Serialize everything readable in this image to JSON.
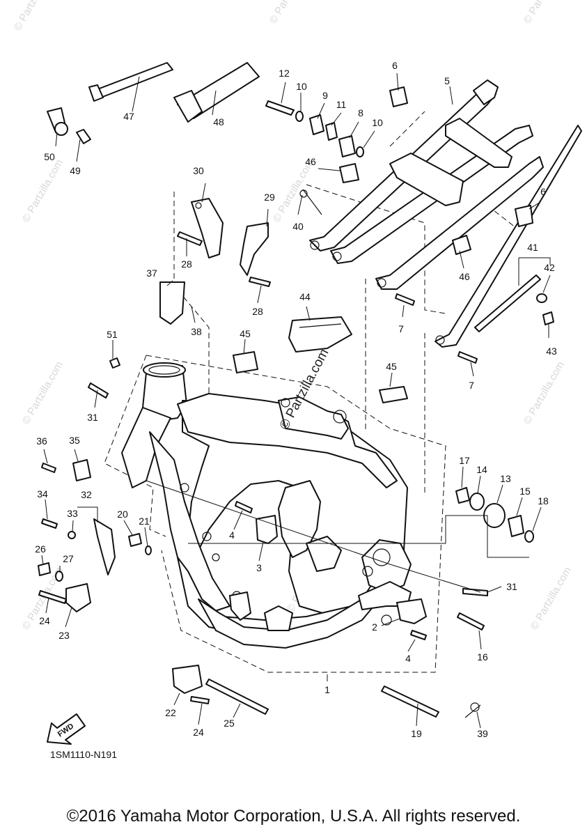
{
  "diagram": {
    "code": "1SM1110-N191",
    "fwd_label": "FWD",
    "center_watermark": "© Partzilla.com",
    "watermark": "© Partzilla.com",
    "callouts": [
      "1",
      "2",
      "3",
      "4",
      "4",
      "5",
      "6",
      "6",
      "7",
      "7",
      "8",
      "9",
      "10",
      "10",
      "11",
      "12",
      "13",
      "14",
      "15",
      "16",
      "17",
      "18",
      "19",
      "20",
      "21",
      "22",
      "23",
      "24",
      "24",
      "25",
      "26",
      "27",
      "28",
      "28",
      "29",
      "30",
      "31",
      "31",
      "32",
      "33",
      "34",
      "35",
      "36",
      "37",
      "38",
      "39",
      "40",
      "41",
      "42",
      "43",
      "44",
      "45",
      "45",
      "46",
      "46",
      "47",
      "48",
      "49",
      "50",
      "51"
    ]
  },
  "footer": {
    "copyright": "©2016 Yamaha Motor Corporation, U.S.A. All rights reserved."
  }
}
